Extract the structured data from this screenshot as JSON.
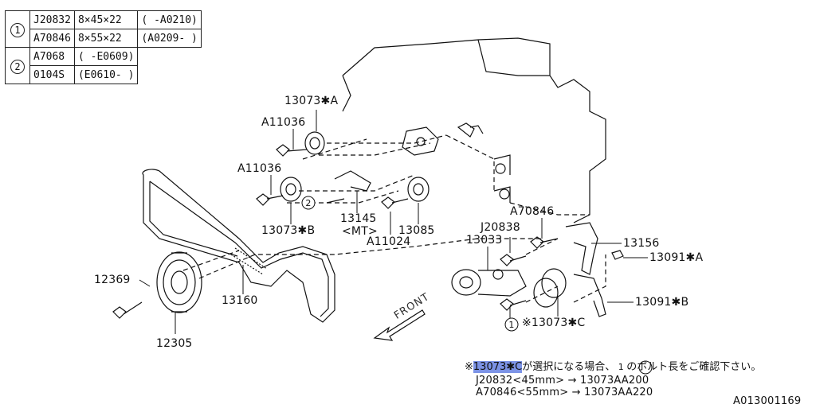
{
  "parts_table": {
    "groups": [
      {
        "number": "1",
        "rows": [
          {
            "part": "J20832",
            "size": "8×45×22",
            "range": "( -A0210)"
          },
          {
            "part": "A70846",
            "size": "8×55×22",
            "range": "(A0209- )"
          }
        ]
      },
      {
        "number": "2",
        "rows": [
          {
            "part": "A7068",
            "range": "( -E0609)"
          },
          {
            "part": "0104S",
            "range": "(E0610- )"
          }
        ]
      }
    ]
  },
  "callouts": {
    "p13073_A": "13073✱A",
    "a11036_upper": "A11036",
    "a11036_lower": "A11036",
    "p13073_B": "13073✱B",
    "ref_2": "2",
    "p13145": "13145",
    "p13145_sub": "<MT>",
    "a11024": "A11024",
    "p13085": "13085",
    "a70846": "A70846",
    "j20838": "J20838",
    "p13033": "13033",
    "p13156": "13156",
    "p13091_A": "13091✱A",
    "p13091_B": "13091✱B",
    "p12369": "12369",
    "p13160": "13160",
    "p12305": "12305",
    "ref_1": "1",
    "p13073_C": "※13073✱C",
    "front": "FRONT"
  },
  "note": {
    "prefix": "※",
    "highlight": "13073✱C",
    "line1_rest": "が選択になる場合、",
    "circle": "1",
    "line1_tail": "のボルト長をご確認下さい。",
    "line2": "J20832<45mm> → 13073AA200",
    "line3": "A70846<55mm> → 13073AA220"
  },
  "figure_id": "A013001169"
}
